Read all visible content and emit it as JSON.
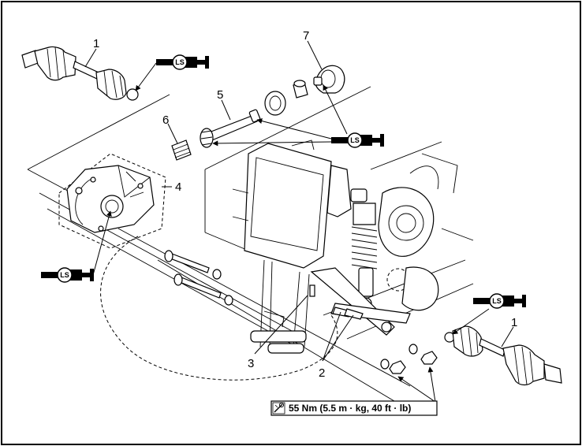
{
  "callouts": {
    "c1_top": "1",
    "c1_right": "1",
    "c2": "2",
    "c3": "3",
    "c4": "4",
    "c5": "5",
    "c6": "6",
    "c7": "7"
  },
  "lubricant": {
    "badge_text": "LS"
  },
  "torque": {
    "spec": "55 Nm (5.5 m · kg, 40 ft · lb)"
  }
}
